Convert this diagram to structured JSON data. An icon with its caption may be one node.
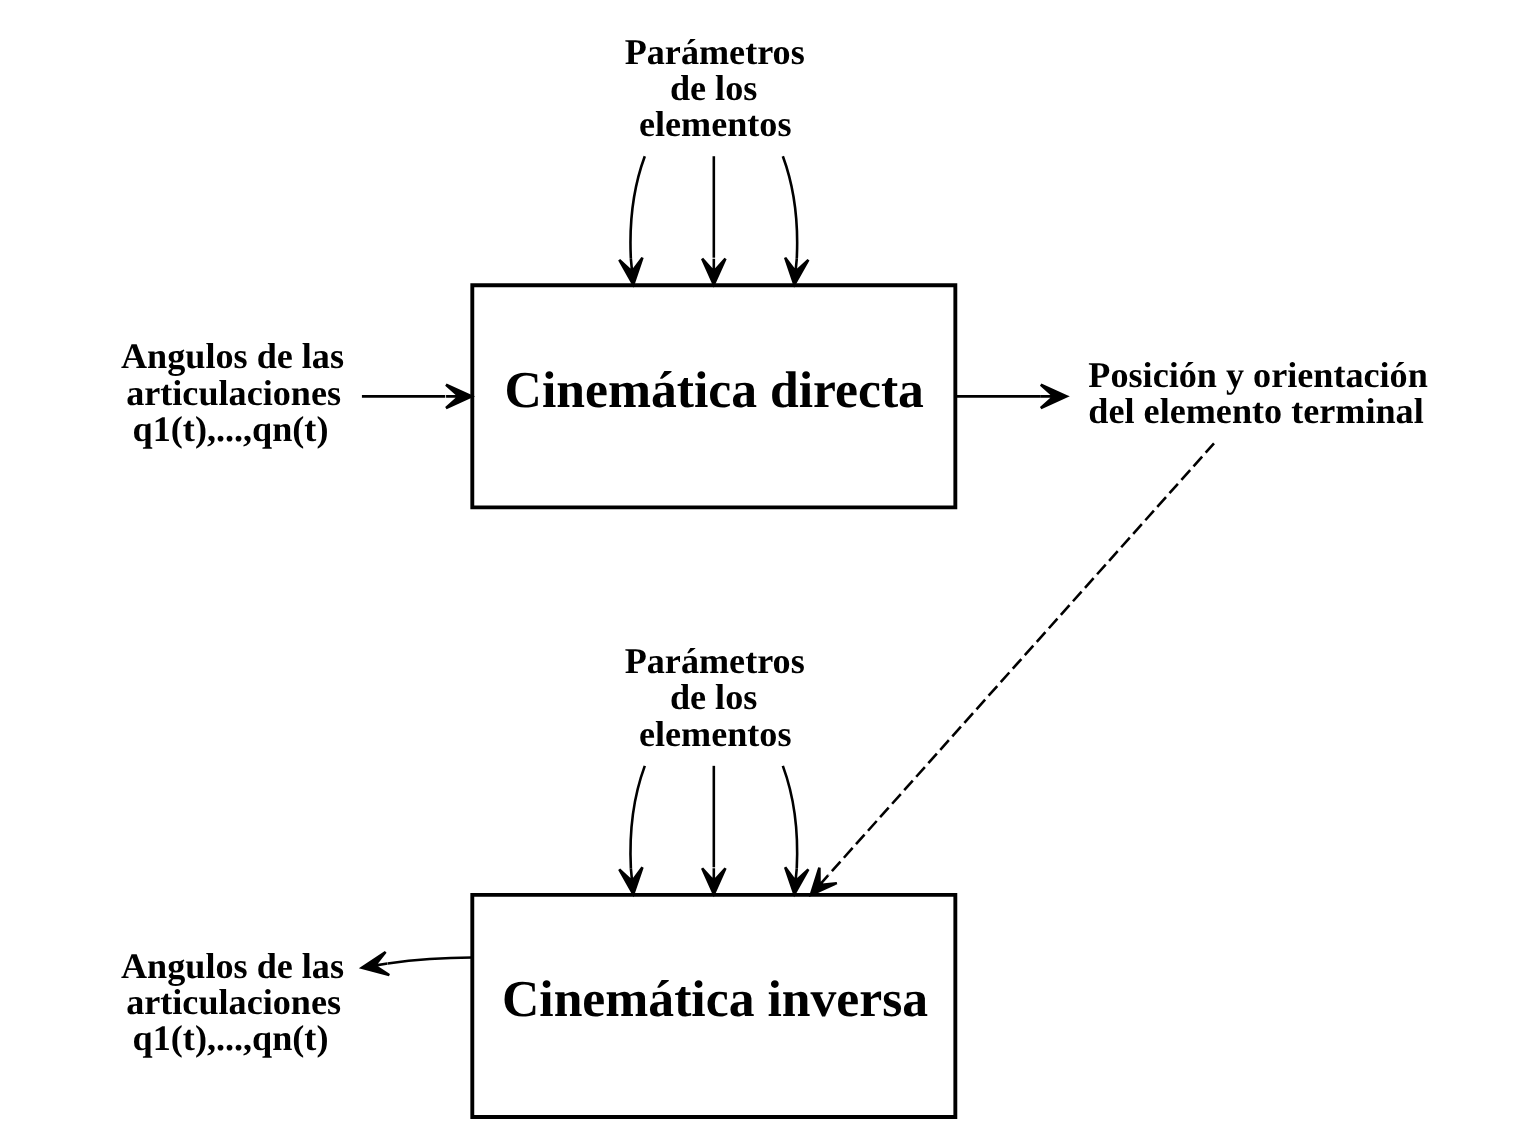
{
  "diagram": {
    "nodes": [
      {
        "text": [
          "Parámetros de los elementos"
        ]
      },
      {
        "text": [
          "Angulos de las articulaciones q1(t),...,qn(t)"
        ]
      },
      {
        "text": [
          "Cinemática directa"
        ]
      },
      {
        "text": [
          "Posición y orientación del elemento terminal"
        ]
      },
      {
        "text": [
          "Parámetros de los elementos"
        ]
      },
      {
        "text": [
          "Cinemática inversa"
        ]
      },
      {
        "text": [
          "Angulos de las articulaciones q1(t),...,qn(t)"
        ]
      }
    ],
    "edges": [
      {
        "from": 0,
        "to": 2,
        "arrow": "to"
      },
      {
        "from": 0,
        "to": 2,
        "arrow": "to"
      },
      {
        "from": 0,
        "to": 2,
        "arrow": "to"
      },
      {
        "from": 1,
        "to": 2,
        "arrow": "to"
      },
      {
        "from": 2,
        "to": 3,
        "arrow": "to"
      },
      {
        "from": 3,
        "to": 5,
        "arrow": "to",
        "style": "dashed"
      },
      {
        "from": 4,
        "to": 5,
        "arrow": "to"
      },
      {
        "from": 4,
        "to": 5,
        "arrow": "to"
      },
      {
        "from": 4,
        "to": 5,
        "arrow": "to"
      },
      {
        "from": 5,
        "to": 6,
        "arrow": "to"
      }
    ]
  }
}
